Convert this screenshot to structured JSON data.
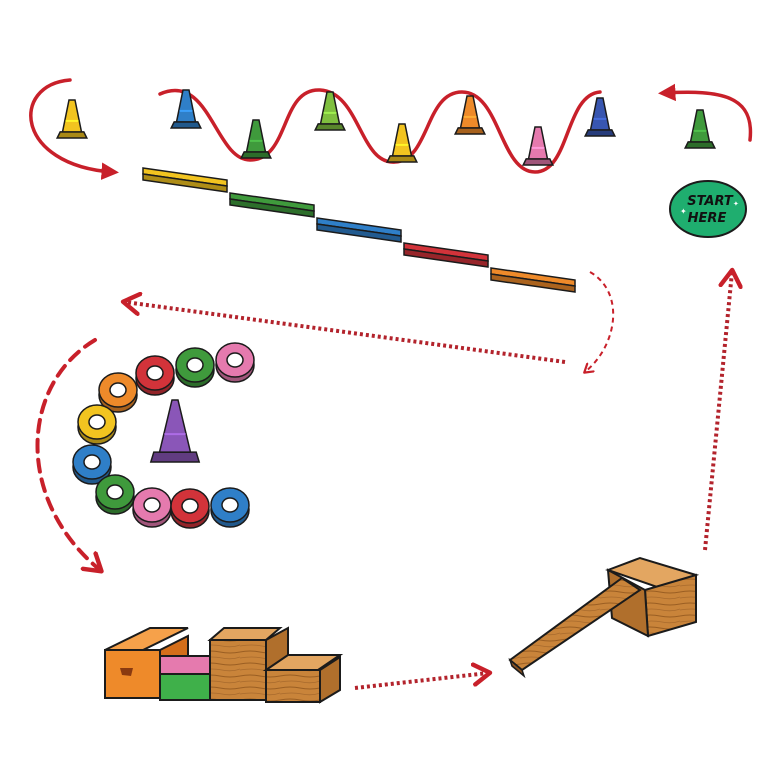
{
  "start_badge": {
    "line1": "START",
    "line2": "HERE",
    "color": "#1fae6f"
  },
  "colors": {
    "arrow": "#c8202a",
    "yellow": "#f2c420",
    "blue": "#2f7fc8",
    "green": "#3f9a3c",
    "lime": "#7fbf3f",
    "orange": "#ee8a2a",
    "pink": "#e57aae",
    "navy": "#3856b0",
    "red": "#d2333a",
    "purple": "#8a56b8",
    "wood": "#c9843a"
  },
  "cones": [
    "yellow",
    "blue",
    "green",
    "lime",
    "yellow",
    "orange",
    "pink",
    "navy",
    "green",
    "purple"
  ],
  "beams": [
    "yellow",
    "green",
    "blue",
    "red",
    "orange"
  ],
  "rings": [
    "pink",
    "green",
    "red",
    "orange",
    "yellow",
    "blue",
    "green",
    "pink",
    "red",
    "blue"
  ],
  "stations": [
    "cone-slalom",
    "balance-beams",
    "ring-path",
    "step-boxes",
    "ramp"
  ]
}
